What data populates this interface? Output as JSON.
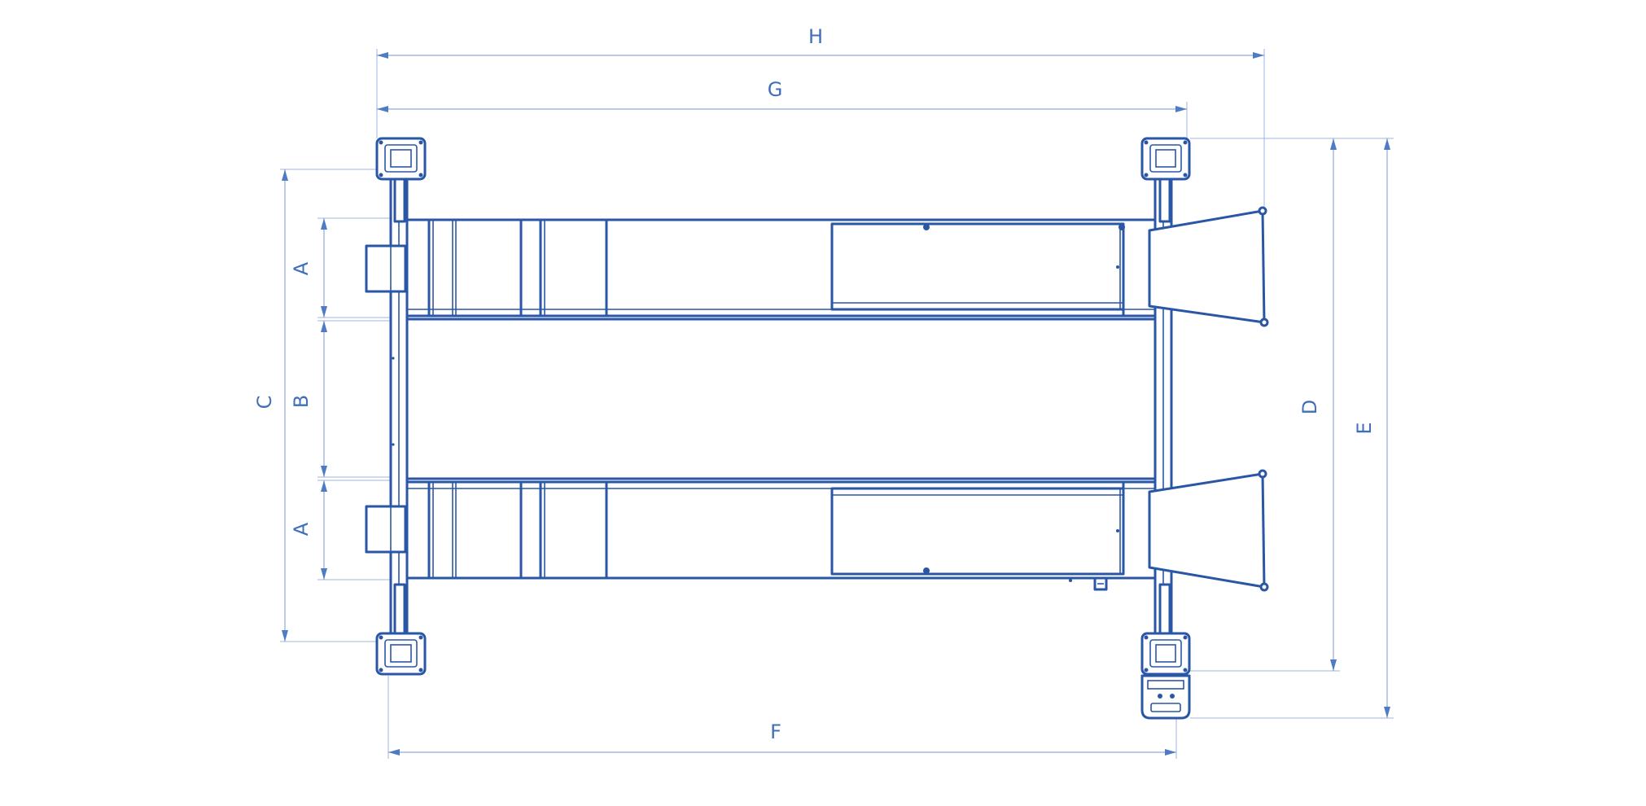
{
  "diagram": {
    "labels": {
      "A": "A",
      "B": "B",
      "C": "C",
      "D": "D",
      "E": "E",
      "F": "F",
      "G": "G",
      "H": "H"
    },
    "colors": {
      "line": "#2a56a6",
      "dimension": "#8fa9d8",
      "label": "#3f6fb8",
      "background": "#ffffff"
    }
  }
}
